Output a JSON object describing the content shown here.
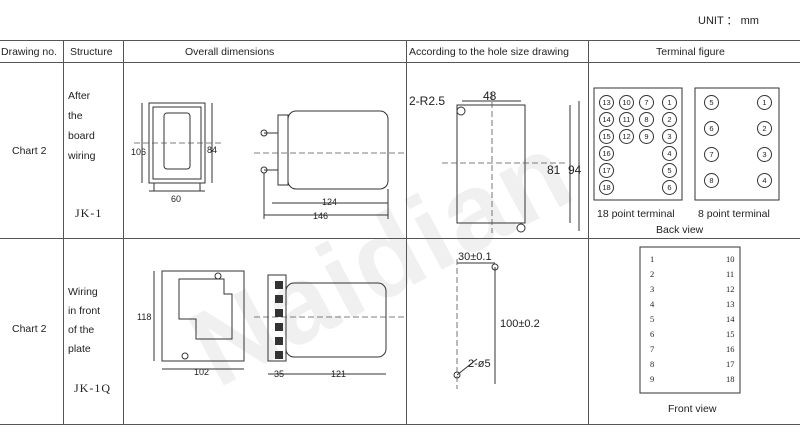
{
  "unit": "UNIT ： mm",
  "headers": {
    "drawing_no": "Drawing no.",
    "structure": "Structure",
    "overall": "Overall dimensions",
    "hole": "According to the hole size drawing",
    "terminal": "Terminal figure"
  },
  "row1": {
    "drawing": "Chart 2",
    "structure": [
      "After",
      "the",
      "board",
      "wiring"
    ],
    "model": "JK-1",
    "dims": {
      "h": "106",
      "w": "84",
      "base": "60",
      "d1": "124",
      "d2": "146"
    },
    "hole": {
      "r": "2-R2.5",
      "w": "48",
      "h1": "81",
      "h2": "94"
    },
    "term18": "18 point terminal",
    "term8": "8 point terminal",
    "back": "Back view",
    "pins18": [
      "13",
      "10",
      "7",
      "1",
      "14",
      "11",
      "8",
      "2",
      "15",
      "12",
      "9",
      "3",
      "16",
      "4",
      "17",
      "5",
      "18",
      "6"
    ],
    "pins8": [
      "5",
      "1",
      "6",
      "2",
      "7",
      "3",
      "8",
      "4"
    ]
  },
  "row2": {
    "drawing": "Chart 2",
    "structure": [
      "Wiring",
      "in front",
      "of the",
      "plate"
    ],
    "model": "JK-1Q",
    "dims": {
      "h": "118",
      "w": "102",
      "a": "35",
      "b": "121"
    },
    "hole": {
      "top": "30±0.1",
      "mid": "100±0.2",
      "hole": "2-ø5"
    },
    "front": "Front view",
    "left_pins": [
      "1",
      "2",
      "3",
      "4",
      "5",
      "6",
      "7",
      "8",
      "9"
    ],
    "right_pins": [
      "10",
      "11",
      "12",
      "13",
      "14",
      "15",
      "16",
      "17",
      "18"
    ]
  },
  "watermark": "Naidian"
}
